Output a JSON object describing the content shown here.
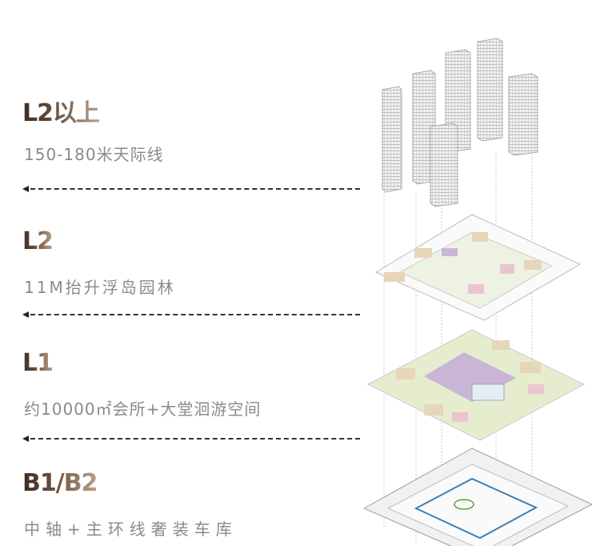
{
  "levels": [
    {
      "title": "L2以上",
      "subtitle": "150-180米天际线"
    },
    {
      "title": "L2",
      "subtitle": "11M抬升浮岛园林"
    },
    {
      "title": "L1",
      "subtitle": "约10000㎡会所+大堂洄游空间"
    },
    {
      "title": "B1/B2",
      "subtitle": "中轴+主环线奢装车库"
    }
  ],
  "colors": {
    "title_dark": "#3e2c22",
    "title_light": "#b8a28c",
    "subtitle": "#8a8a8a",
    "building": "#e7d6b8",
    "clubhouse": "#c9b6d6",
    "pink": "#e9c6cf",
    "green": "#cfdcae",
    "ring": "#3c7fb5"
  }
}
